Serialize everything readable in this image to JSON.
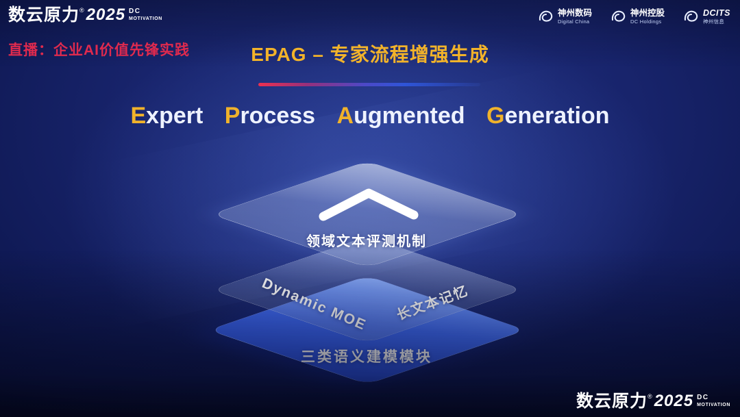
{
  "brand": {
    "name": "数云原力",
    "reg": "®",
    "year": "2025",
    "tagline_top": "DC",
    "tagline_bottom": "MOTIVATION"
  },
  "header": {
    "live_label": "直播：企业AI价值先锋实践",
    "title": "EPAG – 专家流程增强生成"
  },
  "partner_logos": [
    {
      "name": "神州数码",
      "sub": "Digital China"
    },
    {
      "name": "神州控股",
      "sub": "DC Holdings"
    },
    {
      "name": "DCITS",
      "sub": "神州信息"
    }
  ],
  "main_title": {
    "words": [
      {
        "initial": "E",
        "rest": "xpert"
      },
      {
        "initial": "P",
        "rest": "rocess"
      },
      {
        "initial": "A",
        "rest": "ugmented"
      },
      {
        "initial": "G",
        "rest": "eneration"
      }
    ]
  },
  "stack": {
    "top_layer_label": "领域文本评测机制",
    "middle_layer_label_left": "Dynamic MOE",
    "middle_layer_label_right": "长文本记忆",
    "bottom_layer_label": "三类语义建模模块"
  },
  "colors": {
    "accent_gold": "#f2b32a",
    "accent_red": "#df2a4e",
    "layer_blue": "#3f6af4",
    "background_navy": "#18246c"
  }
}
